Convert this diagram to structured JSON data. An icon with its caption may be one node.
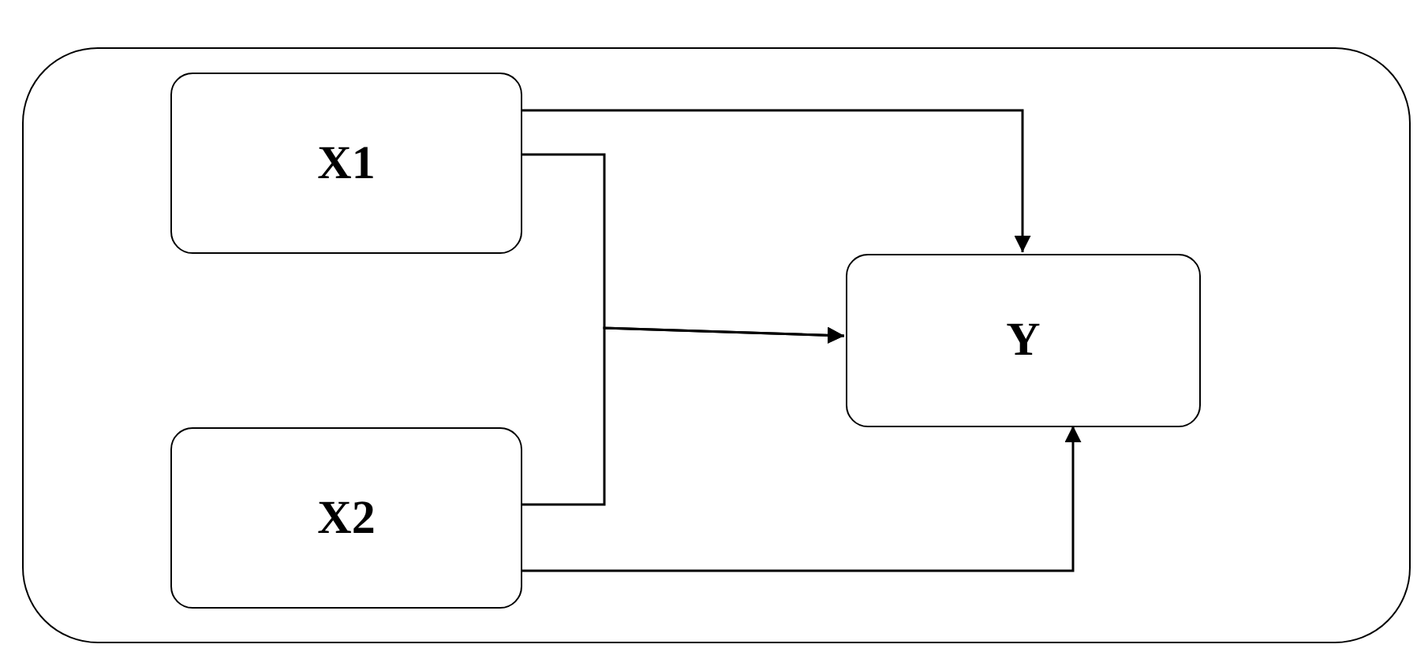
{
  "diagram": {
    "nodes": [
      {
        "text": [],
        "shape": "box"
      },
      {
        "text": [
          "X1"
        ],
        "in": 0
      },
      {
        "text": [
          "X2"
        ],
        "in": 0
      },
      {
        "text": [
          "Y"
        ],
        "in": 0
      }
    ],
    "edges": [
      {
        "from": 1,
        "to": 3,
        "arrow": "to"
      },
      {
        "from": 1,
        "to": 3,
        "arrow": "to"
      },
      {
        "from": 2,
        "to": 3,
        "arrow": "to"
      },
      {
        "from": 2,
        "to": 3,
        "arrow": "to"
      }
    ]
  }
}
